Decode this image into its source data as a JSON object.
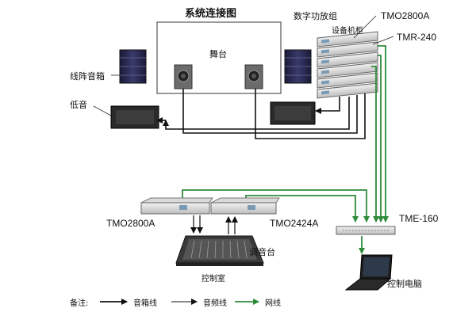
{
  "title": "系统连接图",
  "labels": {
    "stage": "舞台",
    "digital_amp_group": "数字功放组",
    "equipment_rack": "设备机柜",
    "tmo2800a_top": "TMO2800A",
    "tmr240": "TMR-240",
    "line_array": "线阵音箱",
    "bass": "低音",
    "tmo2800a_bottom": "TMO2800A",
    "tmo2424a": "TMO2424A",
    "tme160": "TME-160",
    "mixer": "调音台",
    "control_room": "控制室",
    "control_pc": "控制电脑"
  },
  "legend": {
    "prefix": "备注:",
    "speaker_line": "音箱线",
    "audio_line": "音频线",
    "network_line": "网线"
  },
  "colors": {
    "speaker_line": "#111111",
    "audio_line": "#111111",
    "network_line": "#2e8b3a"
  },
  "icons": {
    "stage_monitor": "studio-monitor-speaker-icon",
    "line_array": "line-array-speaker-icon",
    "subwoofer": "subwoofer-icon",
    "rack_unit": "rack-device-icon",
    "mixer": "mixing-console-icon",
    "laptop": "laptop-icon"
  }
}
